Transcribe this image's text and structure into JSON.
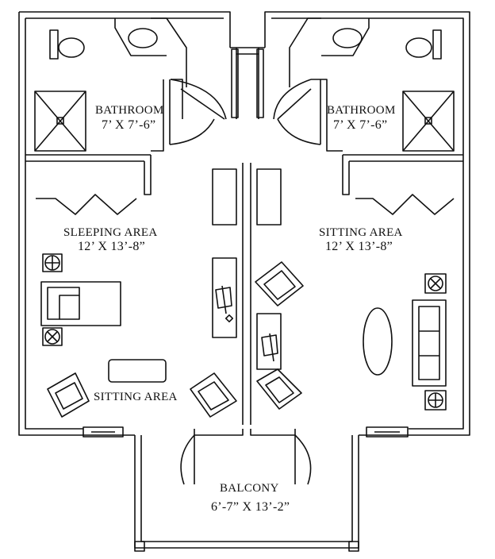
{
  "rooms": {
    "bathroom_left": {
      "name": "BATHROOM",
      "size": "7’ X 7’-6”"
    },
    "bathroom_right": {
      "name": "BATHROOM",
      "size": "7’ X 7’-6”"
    },
    "sleeping_area": {
      "name": "SLEEPING AREA",
      "size": "12’ X 13’-8”"
    },
    "sitting_area_right": {
      "name": "SITTING AREA",
      "size": "12’ X 13’-8”"
    },
    "sitting_area_left": {
      "name": "SITTING AREA"
    },
    "balcony": {
      "name": "BALCONY",
      "size": "6’-7” X 13’-2”"
    }
  },
  "colors": {
    "line": "#111111",
    "background": "#ffffff"
  }
}
